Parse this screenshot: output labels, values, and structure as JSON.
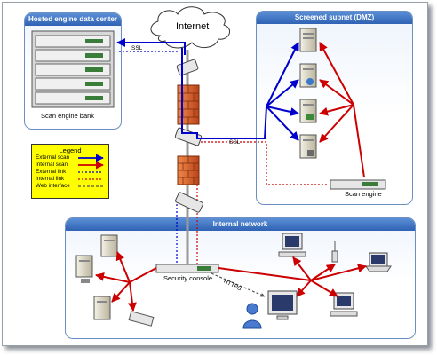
{
  "zones": {
    "hosted": "Hosted engine data center",
    "dmz": "Screened subnet (DMZ)",
    "internal": "Internal network"
  },
  "labels": {
    "internet": "Internet",
    "scan_engine_bank": "Scan engine bank",
    "scan_engine": "Scan engine",
    "security_console": "Security console",
    "ssl_top": "SSL",
    "ssl_mid": "SSL",
    "https": "HTTPS"
  },
  "legend": {
    "title": "Legend",
    "items": [
      {
        "label": "External scan",
        "color": "#0000cc",
        "style": "solid"
      },
      {
        "label": "Internal scan",
        "color": "#cc0000",
        "style": "solid"
      },
      {
        "label": "External link",
        "color": "#0000cc",
        "style": "dotted"
      },
      {
        "label": "Internal link",
        "color": "#cc0000",
        "style": "dotted"
      },
      {
        "label": "Web interface",
        "color": "#555555",
        "style": "dashed"
      }
    ]
  },
  "colors": {
    "external": "#0000cc",
    "internal": "#cc0000",
    "zone_header": "#3a6cc0",
    "legend_bg": "#ffff00",
    "firewall": "#e0642a"
  }
}
